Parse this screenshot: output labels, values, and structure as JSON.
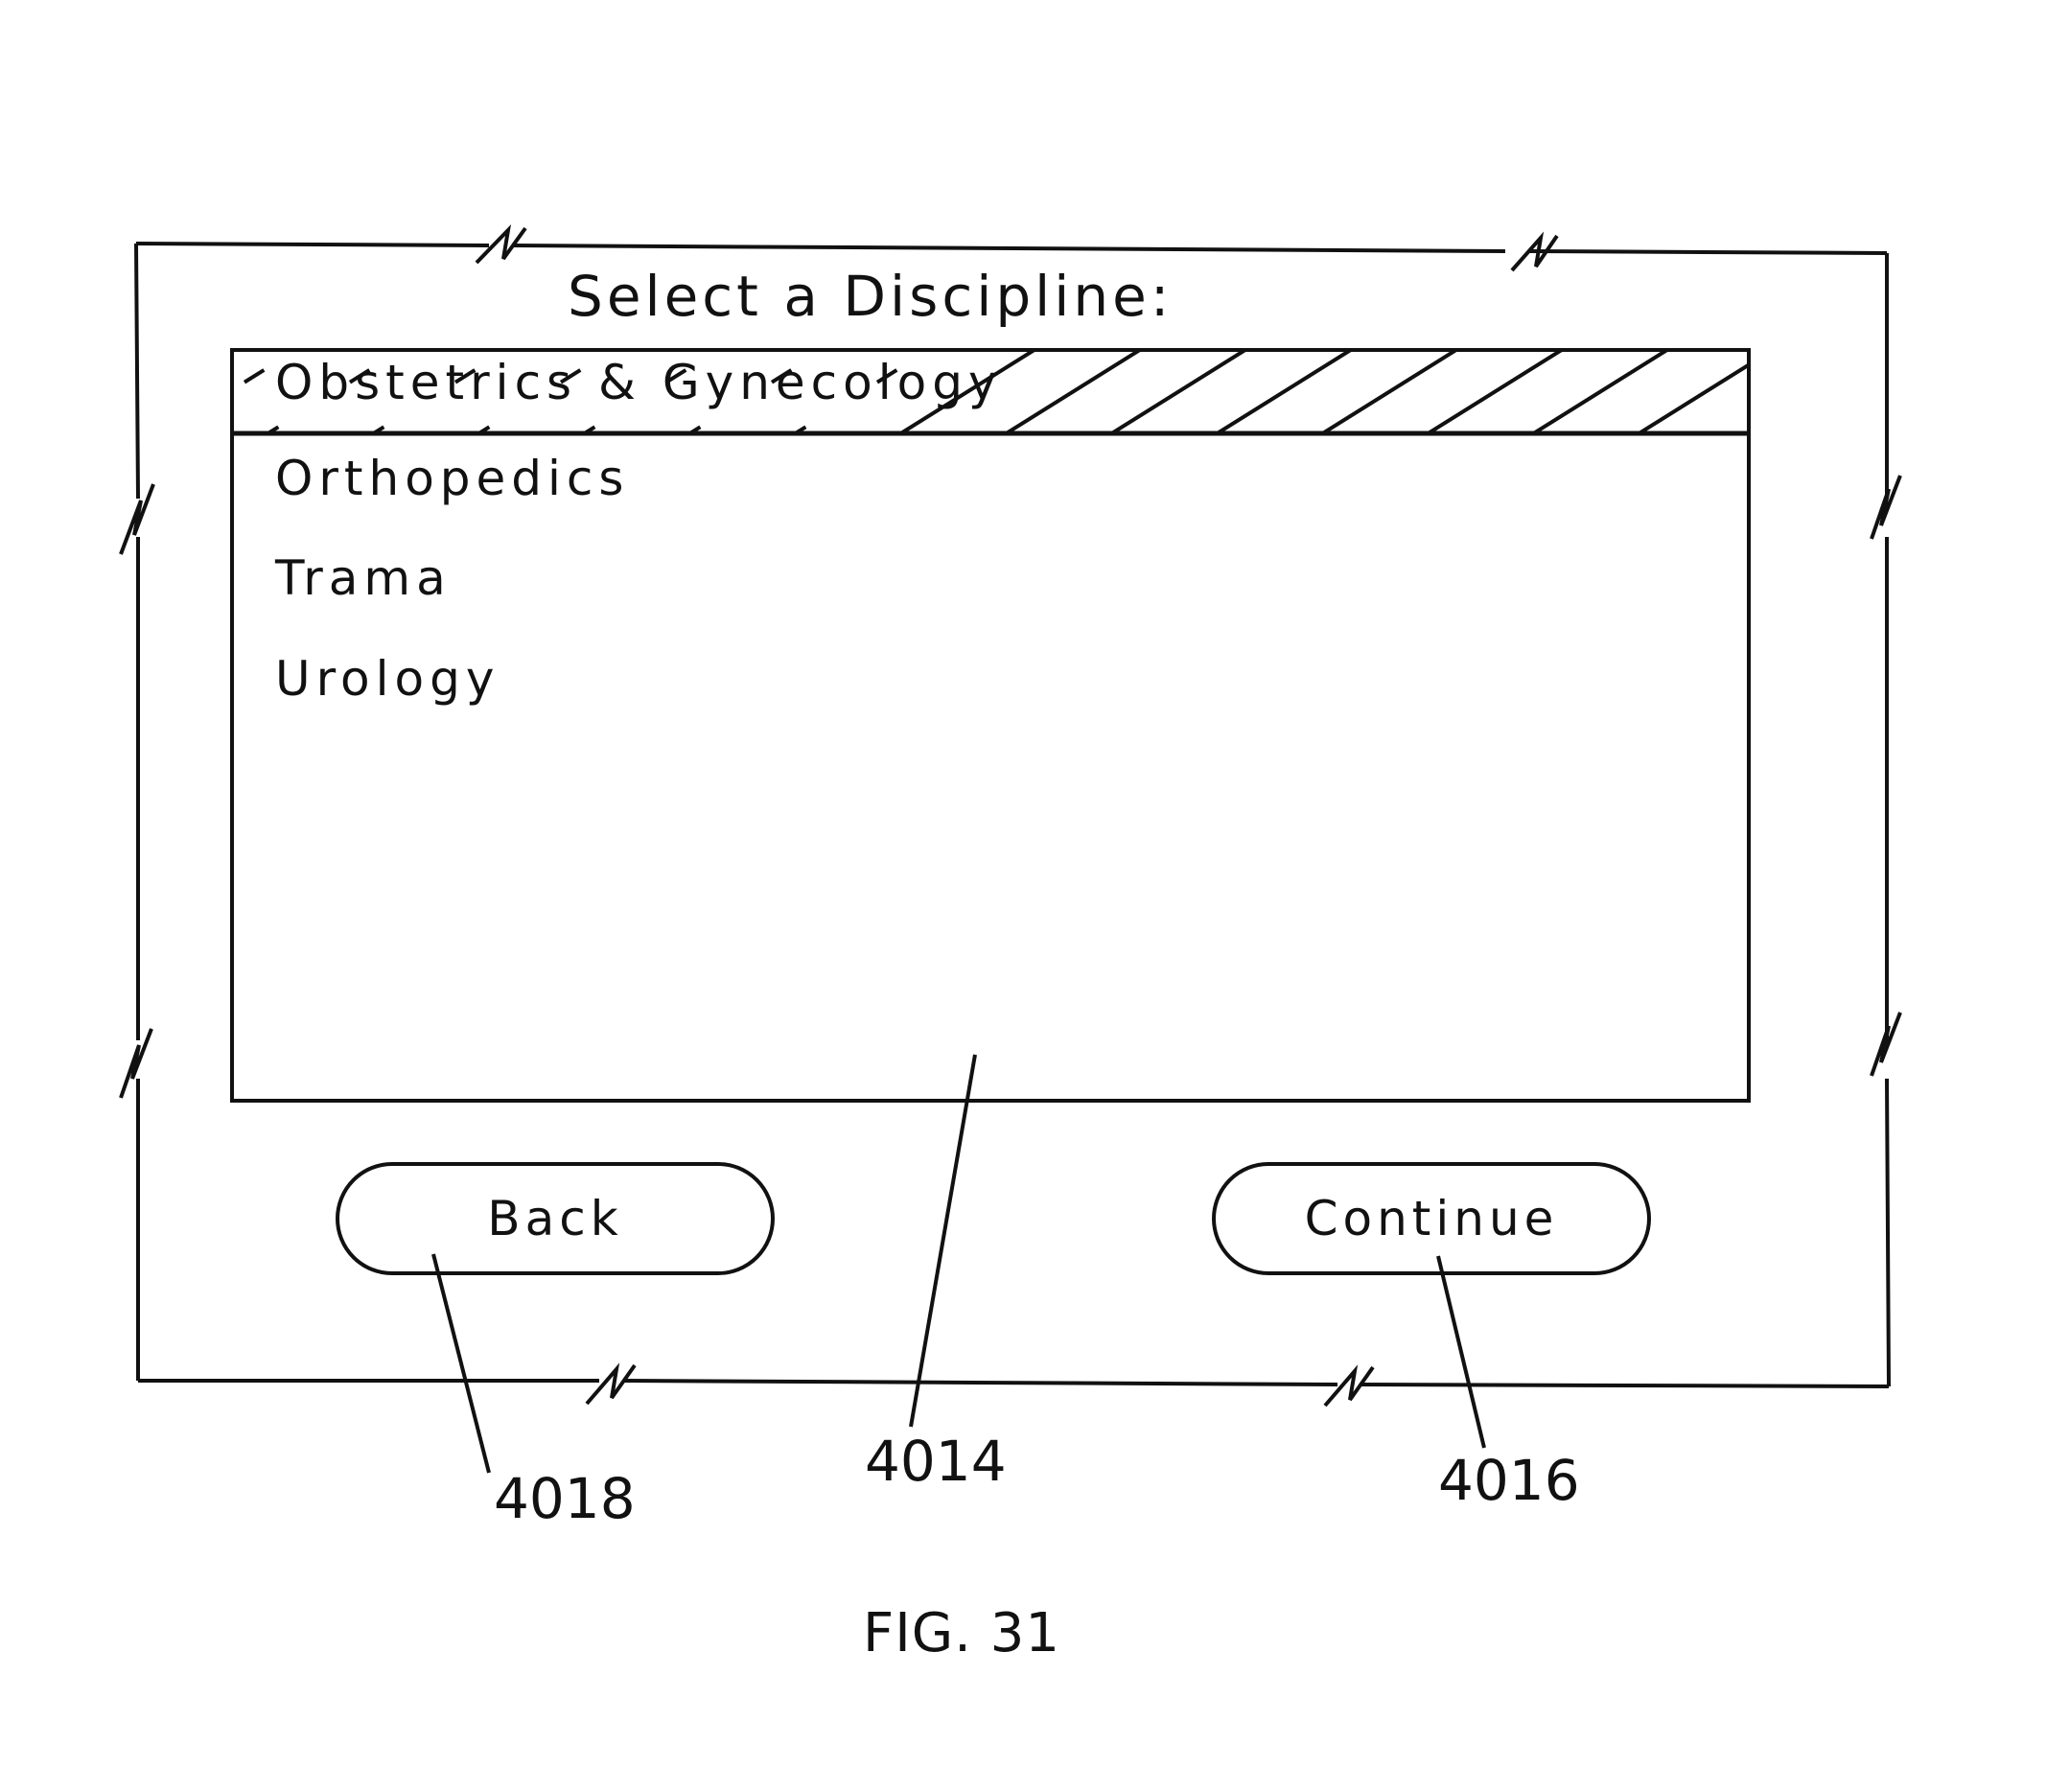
{
  "dialog": {
    "title": "Select a Discipline:",
    "items": [
      {
        "label": "Obstetrics & Gynecology",
        "selected": true
      },
      {
        "label": "Orthopedics",
        "selected": false
      },
      {
        "label": "Trama",
        "selected": false
      },
      {
        "label": "Urology",
        "selected": false
      }
    ],
    "back_label": "Back",
    "continue_label": "Continue"
  },
  "references": {
    "list": "4014",
    "continue": "4016",
    "back": "4018"
  },
  "figure_label": "FIG. 31",
  "colors": {
    "ink": "#111111",
    "background": "#ffffff"
  }
}
